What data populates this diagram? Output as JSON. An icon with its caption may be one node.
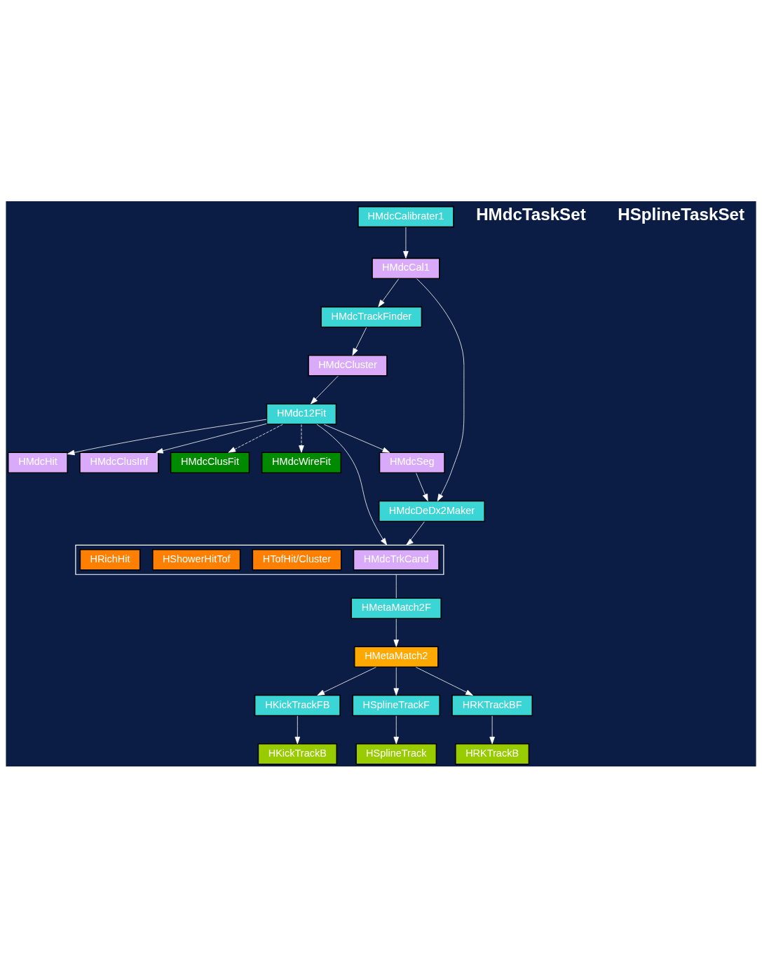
{
  "diagram": {
    "nodes": [
      {
        "text": [
          "HMdcCal1"
        ]
      },
      {
        "text": [
          "HMdcCalibrater1"
        ]
      },
      {
        "text": [
          "HMdcTrackFinder"
        ]
      },
      {
        "text": [
          "HMdcCluster"
        ]
      },
      {
        "text": [
          "HMdcSeg"
        ]
      },
      {
        "text": [
          "HMdcHit"
        ]
      },
      {
        "text": [
          "HMdc12Fit"
        ]
      },
      {
        "text": [
          "HMdcClusInf"
        ]
      },
      {
        "text": [
          "HMdcClusFit"
        ]
      },
      {
        "text": [
          "HMdcWireFit"
        ]
      },
      {
        "text": [
          "HMdcDeDx2Maker"
        ]
      },
      {
        "text": [],
        "shape": "box"
      },
      {
        "text": [
          "HMdcTrkCand"
        ],
        "in": 11
      },
      {
        "text": [
          "HTofHit/Cluster"
        ],
        "in": 11
      },
      {
        "text": [
          "HShowerHitTof"
        ],
        "in": 11
      },
      {
        "text": [
          "HRichHit"
        ],
        "in": 11
      },
      {
        "text": [
          "HMetaMatch2F"
        ]
      },
      {
        "text": [
          "HMetaMatch2"
        ]
      },
      {
        "text": [
          "HKickTrackB"
        ]
      },
      {
        "text": [
          "HKickTrackFB"
        ]
      },
      {
        "text": [
          "HSplineTrack"
        ]
      },
      {
        "text": [
          "HSplineTrackF"
        ]
      },
      {
        "text": [
          "HRKTrackB"
        ]
      },
      {
        "text": [
          "HRKTrackBF"
        ]
      }
    ],
    "edges": [
      {
        "from": 1,
        "to": 0,
        "arrow": "to"
      },
      {
        "from": 0,
        "to": 2,
        "arrow": "to"
      },
      {
        "from": 2,
        "to": 3,
        "arrow": "to"
      },
      {
        "from": 3,
        "to": 6,
        "arrow": "to"
      },
      {
        "from": 0,
        "to": 10,
        "arrow": "to"
      },
      {
        "from": 6,
        "to": 4,
        "arrow": "to"
      },
      {
        "from": 6,
        "to": 5,
        "arrow": "to"
      },
      {
        "from": 6,
        "to": 7,
        "arrow": "to"
      },
      {
        "from": 6,
        "to": 8,
        "arrow": "to",
        "style": "dashed"
      },
      {
        "from": 6,
        "to": 9,
        "arrow": "to",
        "style": "dashed"
      },
      {
        "from": 4,
        "to": 10,
        "arrow": "to"
      },
      {
        "from": 6,
        "to": 11,
        "arrow": "to"
      },
      {
        "from": 10,
        "to": 11,
        "arrow": "to"
      },
      {
        "from": 11,
        "to": 16,
        "arrow": "none"
      },
      {
        "from": 16,
        "to": 17,
        "arrow": "to"
      },
      {
        "from": 17,
        "to": 19,
        "arrow": "to"
      },
      {
        "from": 17,
        "to": 21,
        "arrow": "to"
      },
      {
        "from": 17,
        "to": 23,
        "arrow": "to"
      },
      {
        "from": 19,
        "to": 18,
        "arrow": "to"
      },
      {
        "from": 21,
        "to": 20,
        "arrow": "to"
      },
      {
        "from": 23,
        "to": 22,
        "arrow": "to"
      }
    ],
    "labels": [
      "HMdcTaskSet",
      "HSplineTaskSet"
    ]
  }
}
